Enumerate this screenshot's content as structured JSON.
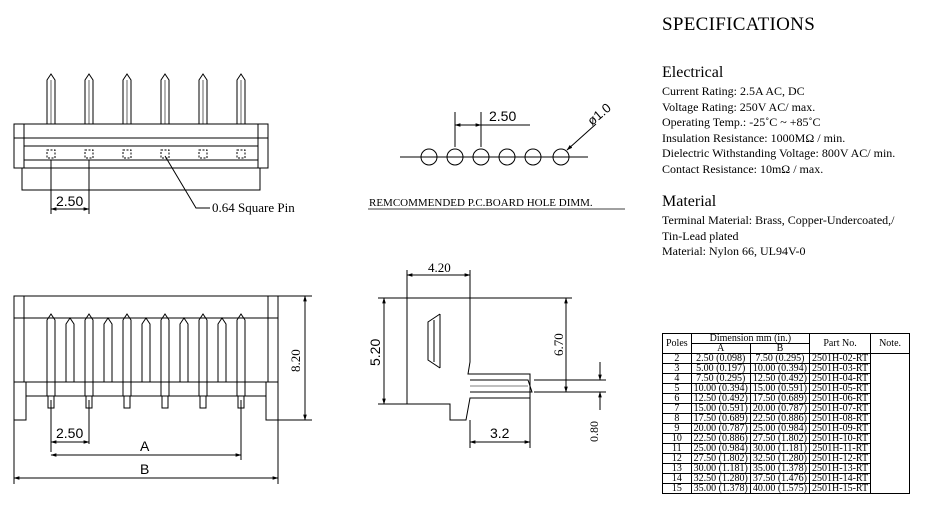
{
  "specs": {
    "title": "SPECIFICATIONS",
    "electrical": {
      "heading": "Electrical",
      "lines": [
        "Current Rating: 2.5A AC, DC",
        "Voltage Rating: 250V AC/ max.",
        "Operating Temp.: -25˚C ~ +85˚C",
        "Insulation Resistance: 1000MΩ / min.",
        "Dielectric Withstanding Voltage: 800V AC/ min.",
        "Contact Resistance: 10mΩ / max."
      ]
    },
    "material": {
      "heading": "Material",
      "lines": [
        "Terminal Material: Brass, Copper-Undercoated,/",
        "Tin-Lead plated",
        "Material: Nylon 66, UL94V-0"
      ]
    }
  },
  "table": {
    "col_poles": "Poles",
    "col_dimension": "Dimension mm (in.)",
    "col_a": "A",
    "col_b": "B",
    "col_part": "Part No.",
    "col_note": "Note.",
    "rows": [
      {
        "poles": "2",
        "a": "2.50 (0.098)",
        "b": "7.50 (0.295)",
        "part": "2501H-02-RT"
      },
      {
        "poles": "3",
        "a": "5.00 (0.197)",
        "b": "10.00 (0.394)",
        "part": "2501H-03-RT"
      },
      {
        "poles": "4",
        "a": "7.50 (0.295)",
        "b": "12.50 (0.492)",
        "part": "2501H-04-RT"
      },
      {
        "poles": "5",
        "a": "10.00 (0.394)",
        "b": "15.00 (0.591)",
        "part": "2501H-05-RT"
      },
      {
        "poles": "6",
        "a": "12.50 (0.492)",
        "b": "17.50 (0.689)",
        "part": "2501H-06-RT"
      },
      {
        "poles": "7",
        "a": "15.00 (0.591)",
        "b": "20.00 (0.787)",
        "part": "2501H-07-RT"
      },
      {
        "poles": "8",
        "a": "17.50 (0.689)",
        "b": "22.50 (0.886)",
        "part": "2501H-08-RT"
      },
      {
        "poles": "9",
        "a": "20.00 (0.787)",
        "b": "25.00 (0.984)",
        "part": "2501H-09-RT"
      },
      {
        "poles": "10",
        "a": "22.50 (0.886)",
        "b": "27.50 (1.802)",
        "part": "2501H-10-RT"
      },
      {
        "poles": "11",
        "a": "25.00 (0.984)",
        "b": "30.00 (1.181)",
        "part": "2501H-11-RT"
      },
      {
        "poles": "12",
        "a": "27.50 (1.802)",
        "b": "32.50 (1.280)",
        "part": "2501H-12-RT"
      },
      {
        "poles": "13",
        "a": "30.00 (1.181)",
        "b": "35.00 (1.378)",
        "part": "2501H-13-RT"
      },
      {
        "poles": "14",
        "a": "32.50 (1.280)",
        "b": "37.50 (1.476)",
        "part": "2501H-14-RT"
      },
      {
        "poles": "15",
        "a": "35.00 (1.378)",
        "b": "40.00 (1.575)",
        "part": "2501H-15-RT"
      }
    ]
  },
  "drawing": {
    "top_pitch": "2.50",
    "square_pin": "0.64 Square Pin",
    "hole_pitch": "2.50",
    "hole_dia": "ø1.0",
    "hole_caption": "REMCOMMENDED P.C.BOARD HOLE DIMM.",
    "front_pitch": "2.50",
    "front_a": "A",
    "front_b": "B",
    "front_height": "8.20",
    "side_width": "4.20",
    "side_height": "5.20",
    "side_pin_height": "6.70",
    "side_pin_len": "3.2",
    "side_pin_thick": "0.80"
  }
}
